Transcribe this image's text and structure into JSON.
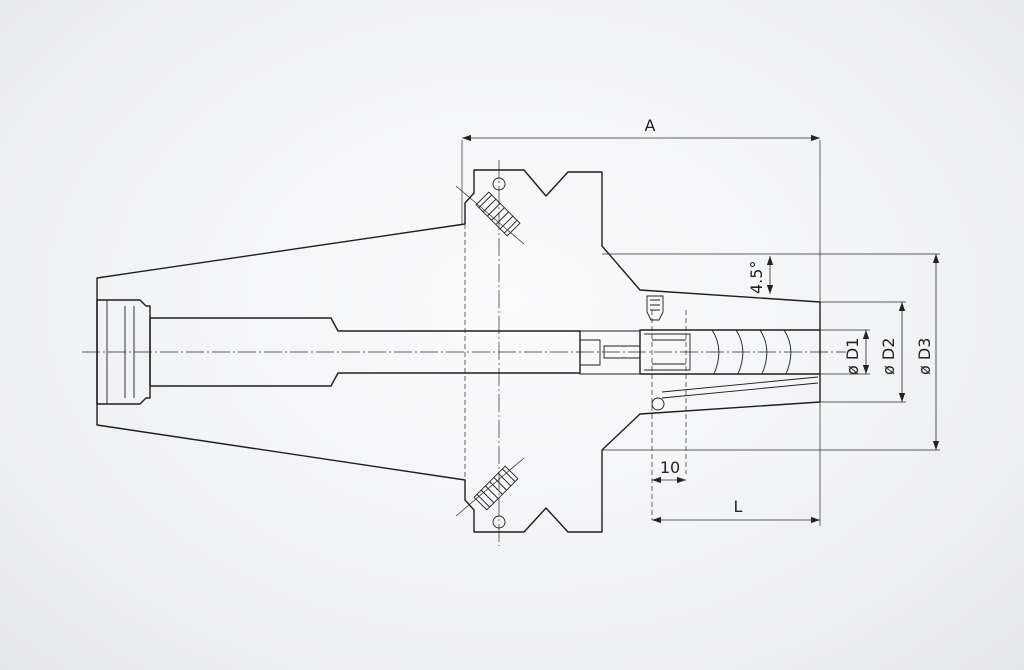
{
  "drawing": {
    "labels": {
      "overall_length": "A",
      "shank_length": "L",
      "ten": "10",
      "taper_angle": "4.5°",
      "d1": "ø D1",
      "d2": "ø D2",
      "d3": "ø D3"
    },
    "colors": {
      "line": "#1e1e1e",
      "background": "#f1f2f4"
    }
  }
}
